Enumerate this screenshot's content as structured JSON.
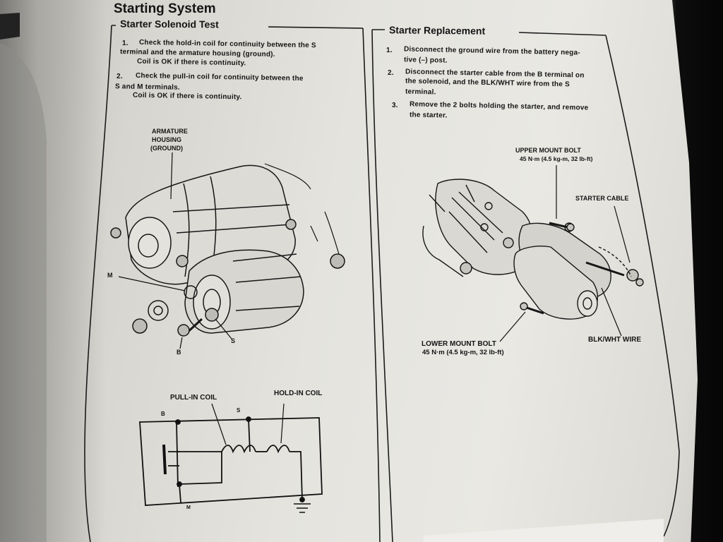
{
  "header": {
    "title": "Starting System"
  },
  "left_section": {
    "title": "Starter Solenoid Test",
    "steps": [
      {
        "num": "1.",
        "lines": [
          "Check the hold-in coil for continuity between the S",
          "terminal and the armature housing (ground).",
          "Coil is OK if there is continuity."
        ]
      },
      {
        "num": "2.",
        "lines": [
          "Check the pull-in coil for continuity between the",
          "S and M terminals.",
          "Coil is OK if there is continuity."
        ]
      }
    ],
    "figure_labels": {
      "armature_1": "ARMATURE",
      "armature_2": "HOUSING",
      "armature_3": "(GROUND)",
      "m": "M",
      "b": "B",
      "s": "S"
    },
    "schematic_labels": {
      "pull_in": "PULL-IN COIL",
      "hold_in": "HOLD-IN COIL",
      "b": "B",
      "s": "S",
      "m": "M"
    }
  },
  "right_section": {
    "title": "Starter Replacement",
    "steps": [
      {
        "num": "1.",
        "lines": [
          "Disconnect the ground wire from the battery nega-",
          "tive (–) post."
        ]
      },
      {
        "num": "2.",
        "lines": [
          "Disconnect the starter cable from the B terminal on",
          "the solenoid, and the BLK/WHT wire from the S",
          "terminal."
        ]
      },
      {
        "num": "3.",
        "lines": [
          "Remove the 2 bolts holding the starter, and remove",
          "the starter."
        ]
      }
    ],
    "figure_labels": {
      "upper_bolt": "UPPER MOUNT BOLT",
      "upper_torque": "45 N·m (4.5 kg-m, 32 lb-ft)",
      "starter_cable": "STARTER CABLE",
      "lower_bolt": "LOWER MOUNT BOLT",
      "lower_torque": "45 N·m (4.5 kg-m, 32 lb-ft)",
      "blk_wht": "BLK/WHT WIRE"
    }
  }
}
